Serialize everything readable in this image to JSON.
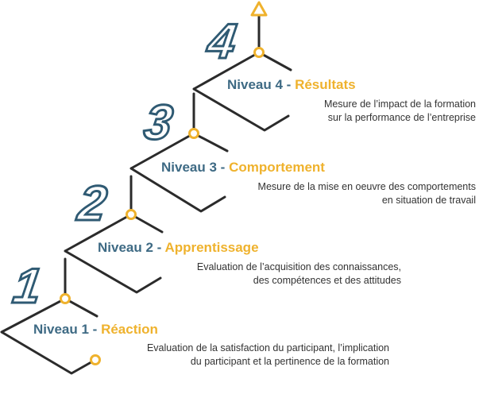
{
  "colors": {
    "line": "#2b2b2b",
    "blue": "#3e6a84",
    "accent": "#efb22d",
    "text": "#333333"
  },
  "icons": {
    "arrow": "triangle-arrow-icon",
    "node": "circle-node-icon"
  },
  "levels": [
    {
      "number": "1",
      "label": "Niveau 1",
      "separator": "-",
      "name": "Réaction",
      "desc_line1": "Evaluation de la satisfaction du participant, l’implication",
      "desc_line2": "du participant et la pertinence de la formation"
    },
    {
      "number": "2",
      "label": "Niveau 2",
      "separator": "-",
      "name": "Apprentissage",
      "desc_line1": "Evaluation de l’acquisition des connaissances,",
      "desc_line2": "des compétences et des attitudes"
    },
    {
      "number": "3",
      "label": "Niveau 3",
      "separator": "-",
      "name": "Comportement",
      "desc_line1": "Mesure de la mise en oeuvre des comportements",
      "desc_line2": "en situation de travail"
    },
    {
      "number": "4",
      "label": "Niveau 4",
      "separator": "-",
      "name": "Résultats",
      "desc_line1": "Mesure de l’impact de la formation",
      "desc_line2": "sur la performance de l’entreprise"
    }
  ]
}
